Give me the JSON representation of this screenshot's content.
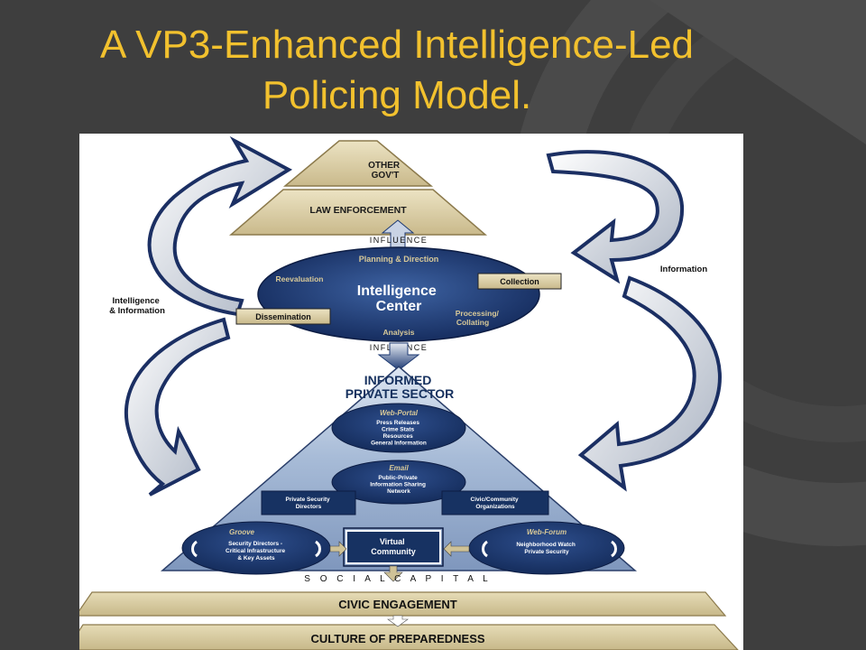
{
  "slide": {
    "title_line1": "A VP3-Enhanced Intelligence-Led",
    "title_line2": "Policing Model.",
    "colors": {
      "background": "#3e3e3e",
      "title": "#f2c12e",
      "navy": "#15305e",
      "tan": "#cfc297"
    }
  },
  "diagram": {
    "top_pyramid": {
      "apex": "OTHER\nGOV'T",
      "band": "LAW ENFORCEMENT"
    },
    "influence_top": "INFLUENCE",
    "influence_bottom": "INFLUENCE",
    "intelligence_center": {
      "title": "Intelligence\nCenter",
      "planning": "Planning & Direction",
      "reevaluation": "Reevaluation",
      "collection": "Collection",
      "dissemination": "Dissemination",
      "processing": "Processing/\nCollating",
      "analysis": "Analysis"
    },
    "side_labels": {
      "left": "Intelligence\n& Information",
      "right": "Information"
    },
    "informed_private_sector": "INFORMED\nPRIVATE SECTOR",
    "web_portal": {
      "title": "Web-Portal",
      "items": "Press Releases\nCrime Stats\nResources\nGeneral Information"
    },
    "email": {
      "title": "Email",
      "items": "Public-Private\nInformation Sharing\nNetwork"
    },
    "private_security_directors": "Private Security\nDirectors",
    "civic_community": "Civic/Community\nOrganizations",
    "groove": {
      "title": "Groove",
      "items": "Security Directors -\nCritical Infrastructure\n& Key Assets"
    },
    "virtual_community": "Virtual\nCommunity",
    "web_forum": {
      "title": "Web-Forum",
      "items": "Neighborhood Watch\nPrivate Security"
    },
    "social_capital": "S O C I A L     C A P I T A L",
    "civic_engagement": "CIVIC ENGAGEMENT",
    "culture_of_preparedness": "CULTURE OF PREPAREDNESS"
  }
}
